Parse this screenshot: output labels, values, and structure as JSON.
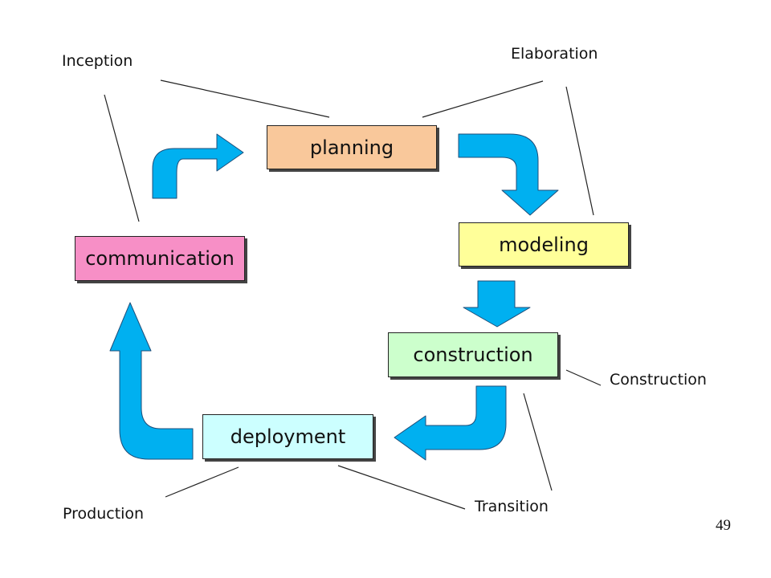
{
  "activities": {
    "planning": {
      "label": "planning",
      "color": "#f9c89b"
    },
    "modeling": {
      "label": "modeling",
      "color": "#ffff99"
    },
    "communication": {
      "label": "communication",
      "color": "#f78fc6"
    },
    "construction": {
      "label": "construction",
      "color": "#ccffcc"
    },
    "deployment": {
      "label": "deployment",
      "color": "#ccffff"
    }
  },
  "phases": {
    "inception": "Inception",
    "elaboration": "Elaboration",
    "construction": "Construction",
    "transition": "Transition",
    "production": "Production"
  },
  "arrow_color": "#00b0f0",
  "page_number": "49"
}
